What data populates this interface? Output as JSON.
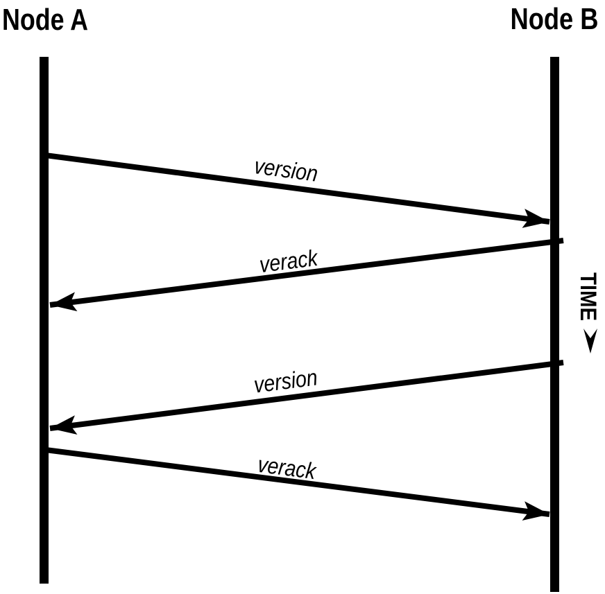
{
  "diagram": {
    "node_a": "Node A",
    "node_b": "Node B",
    "time_label": "TIME",
    "messages": [
      {
        "label": "version",
        "from": "Node A",
        "to": "Node B"
      },
      {
        "label": "verack",
        "from": "Node B",
        "to": "Node A"
      },
      {
        "label": "version",
        "from": "Node B",
        "to": "Node A"
      },
      {
        "label": "verack",
        "from": "Node A",
        "to": "Node B"
      }
    ],
    "colors": {
      "ink": "#000000",
      "background": "#ffffff"
    }
  }
}
